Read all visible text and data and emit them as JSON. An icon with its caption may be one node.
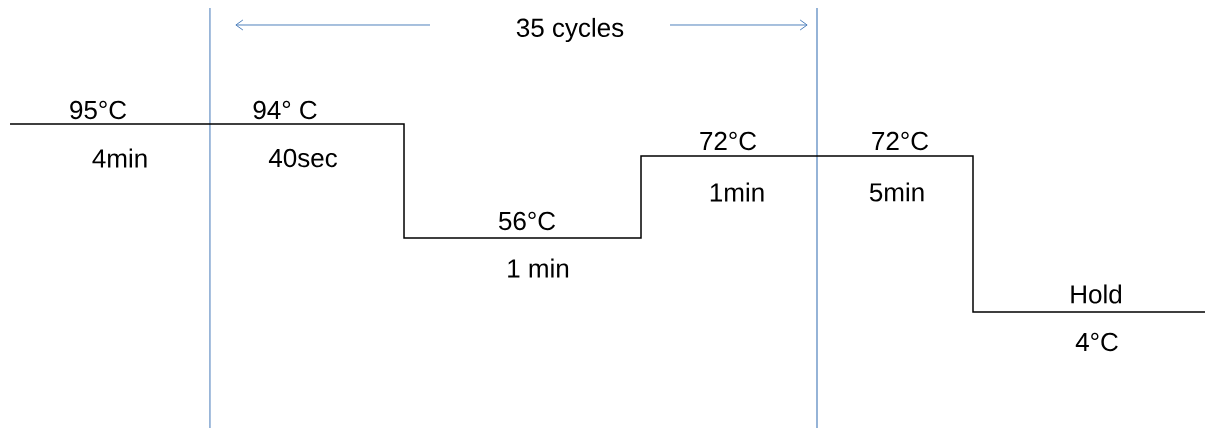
{
  "diagram": {
    "labels": [
      "35 cycles",
      "95°C",
      "94° C",
      "72°C",
      "72°C",
      "4min",
      "40sec",
      "1min",
      "5min",
      "56°C",
      "1 min",
      "Hold",
      "4°C"
    ]
  }
}
